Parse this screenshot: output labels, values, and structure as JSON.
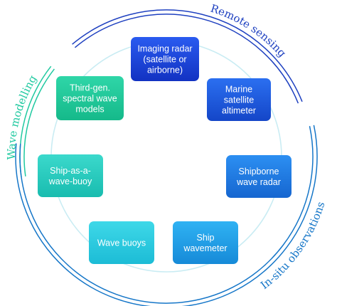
{
  "colors": {
    "remote": "#1e40c0",
    "modelling": "#1fc9a0",
    "insitu": "#1576c8",
    "circle": "#c9ecf3"
  },
  "labels": {
    "remote_sensing": "Remote sensing",
    "wave_modelling": "Wave modelling",
    "in_situ": "In-situ observations"
  },
  "nodes": [
    {
      "id": "imaging-radar",
      "lines": [
        "Imaging radar",
        "(satellite or",
        "airborne)"
      ],
      "color_top": "#2a5bf0",
      "color_bottom": "#1232c2"
    },
    {
      "id": "marine-satellite-altimeter",
      "lines": [
        "Marine",
        "satellite",
        "altimeter"
      ],
      "color_top": "#2b6ff0",
      "color_bottom": "#1446c8"
    },
    {
      "id": "shipborne-wave-radar",
      "lines": [
        "Shipborne",
        "wave radar"
      ],
      "color_top": "#2c8ff2",
      "color_bottom": "#1666d0"
    },
    {
      "id": "ship-wavemeter",
      "lines": [
        "Ship",
        "wavemeter"
      ],
      "color_top": "#2fb2f3",
      "color_bottom": "#168ad8"
    },
    {
      "id": "wave-buoys",
      "lines": [
        "Wave buoys"
      ],
      "color_top": "#3ed8e8",
      "color_bottom": "#1cbcd6"
    },
    {
      "id": "ship-as-a-wave-buoy",
      "lines": [
        "Ship-as-a-",
        "wave-buoy"
      ],
      "color_top": "#3bd9cc",
      "color_bottom": "#19bcaf"
    },
    {
      "id": "third-gen-spectral-wave-models",
      "lines": [
        "Third-gen.",
        "spectral wave",
        "models"
      ],
      "color_top": "#2fd6a8",
      "color_bottom": "#15b98a"
    }
  ]
}
